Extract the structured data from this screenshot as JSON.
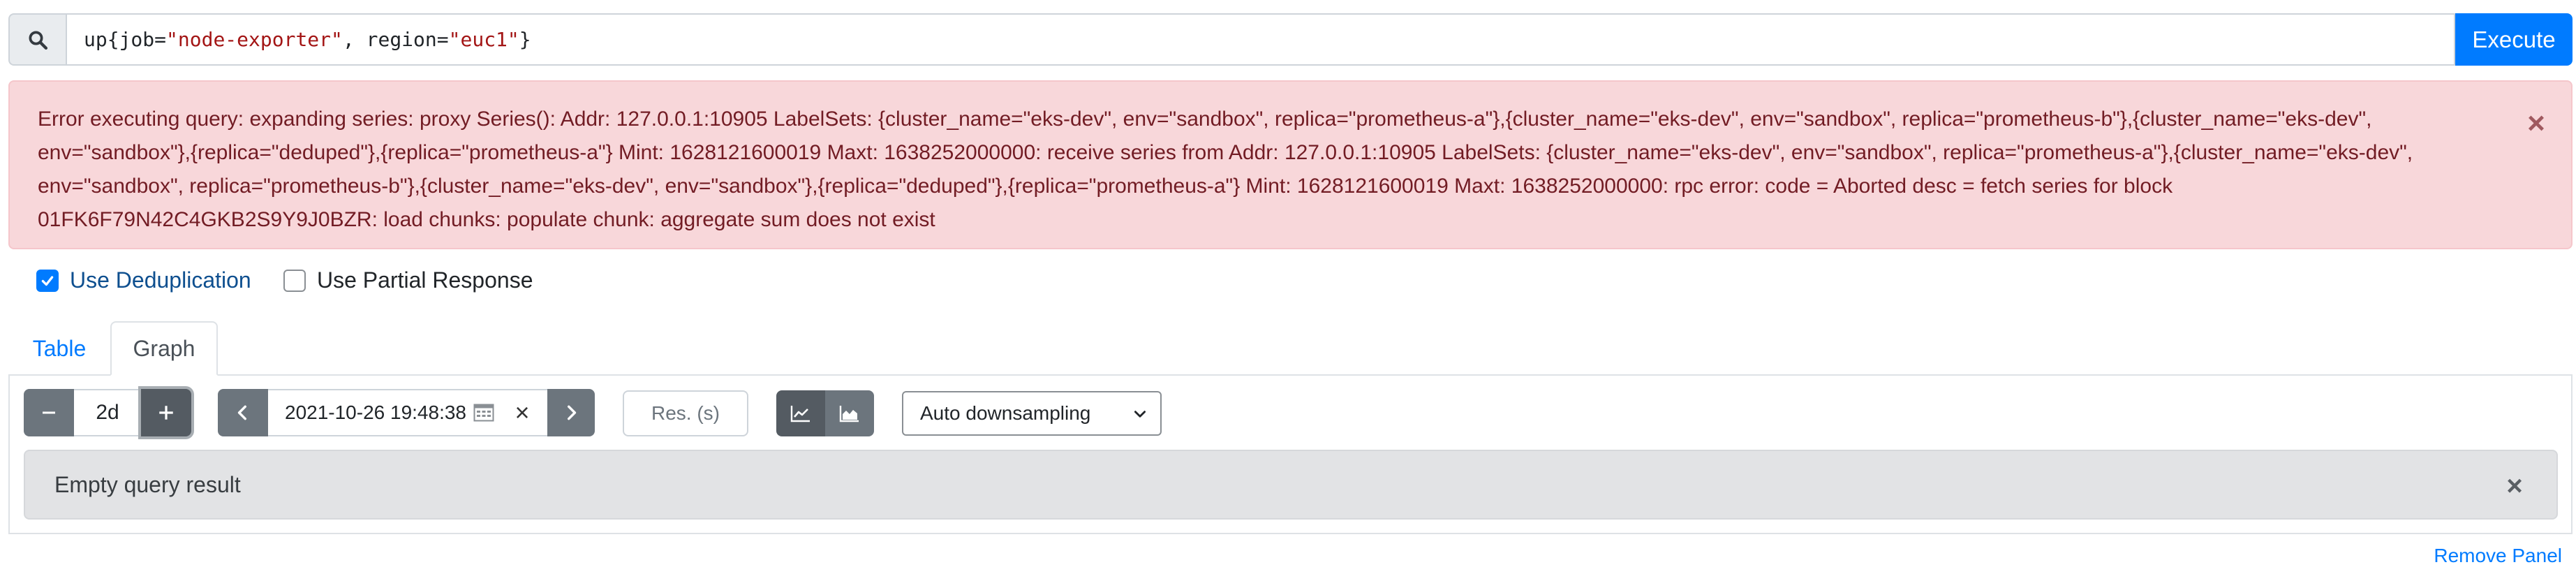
{
  "query": {
    "expr_prefix": "up{",
    "label1_key": "job=",
    "label1_value": "\"node-exporter\"",
    "separator": ", ",
    "label2_key": "region=",
    "label2_value": "\"euc1\"",
    "expr_suffix": "}",
    "execute_label": "Execute"
  },
  "error_alert": {
    "message": "Error executing query: expanding series: proxy Series(): Addr: 127.0.0.1:10905 LabelSets: {cluster_name=\"eks-dev\", env=\"sandbox\", replica=\"prometheus-a\"},{cluster_name=\"eks-dev\", env=\"sandbox\", replica=\"prometheus-b\"},{cluster_name=\"eks-dev\", env=\"sandbox\"},{replica=\"deduped\"},{replica=\"prometheus-a\"} Mint: 1628121600019 Maxt: 1638252000000: receive series from Addr: 127.0.0.1:10905 LabelSets: {cluster_name=\"eks-dev\", env=\"sandbox\", replica=\"prometheus-a\"},{cluster_name=\"eks-dev\", env=\"sandbox\", replica=\"prometheus-b\"},{cluster_name=\"eks-dev\", env=\"sandbox\"},{replica=\"deduped\"},{replica=\"prometheus-a\"} Mint: 1628121600019 Maxt: 1638252000000: rpc error: code = Aborted desc = fetch series for block 01FK6F79N42C4GKB2S9Y9J0BZR: load chunks: populate chunk: aggregate sum does not exist",
    "close_glyph": "×"
  },
  "options": {
    "dedup_label": "Use Deduplication",
    "dedup_checked": true,
    "partial_label": "Use Partial Response",
    "partial_checked": false
  },
  "tabs": [
    {
      "label": "Table",
      "active": false
    },
    {
      "label": "Graph",
      "active": true
    }
  ],
  "graph_controls": {
    "range_minus": "−",
    "range_value": "2d",
    "range_plus": "+",
    "end_prev": "‹",
    "end_time": "2021-10-26 19:48:38",
    "end_clear": "×",
    "end_next": "›",
    "resolution_placeholder": "Res. (s)",
    "downsampling_selected": "Auto downsampling"
  },
  "result": {
    "message": "Empty query result",
    "close_glyph": "×"
  },
  "remove_panel_label": "Remove Panel",
  "colors": {
    "primary": "#007bff",
    "danger_bg": "#f8d7da",
    "danger_text": "#721c24",
    "secondary_btn": "#6c757d",
    "info_bg": "#e2e3e5"
  },
  "icons": {
    "search": "search-icon",
    "calendar": "calendar-icon",
    "line_chart": "line-chart-icon",
    "stacked_chart": "stacked-chart-icon",
    "checkmark": "check-icon",
    "dropdown": "chevron-down-icon"
  }
}
